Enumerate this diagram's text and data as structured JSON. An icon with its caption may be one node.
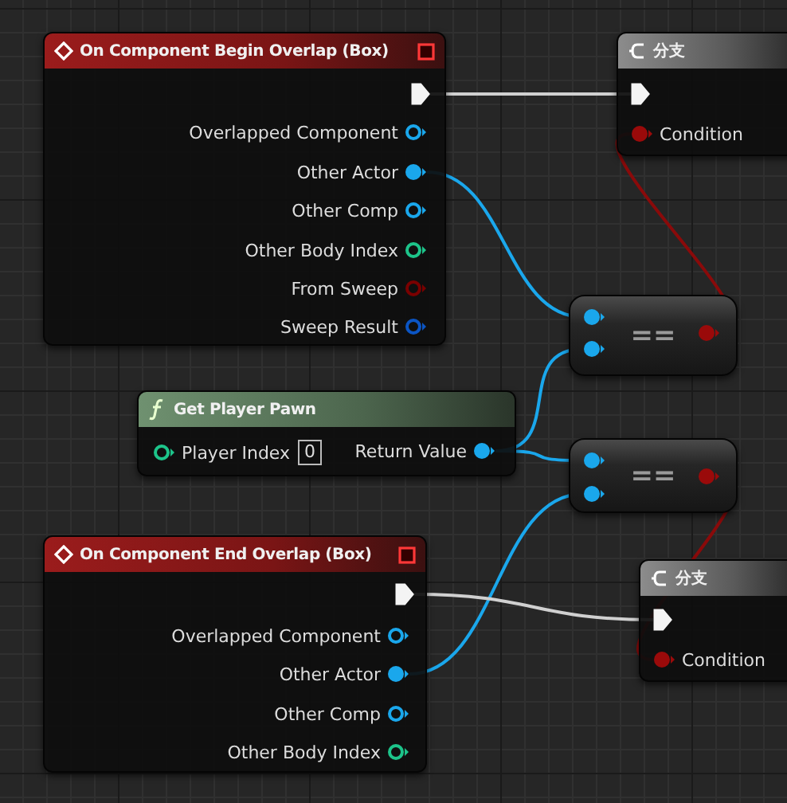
{
  "diagram": {
    "nodes": [
      {
        "text": [
          "On Component Begin Overlap (Box)"
        ]
      },
      {
        "text": [],
        "shape": "pentagon",
        "in": 0
      },
      {
        "text": [
          "Overlapped Component"
        ],
        "in": 0
      },
      {
        "text": [
          "Other Actor"
        ],
        "in": 0
      },
      {
        "text": [
          "Other Comp"
        ],
        "in": 0
      },
      {
        "text": [
          "Other Body Index"
        ],
        "in": 0
      },
      {
        "text": [
          "From Sweep"
        ],
        "in": 0
      },
      {
        "text": [
          "Sweep Result"
        ],
        "in": 0
      },
      {
        "text": [
          "分支"
        ]
      },
      {
        "text": [],
        "shape": "pentagon",
        "in": 8
      },
      {
        "text": [
          "Condition"
        ],
        "in": 8
      },
      {
        "text": [
          "=="
        ]
      },
      {
        "text": [],
        "shape": "circle",
        "in": 11
      },
      {
        "text": [],
        "shape": "circle",
        "in": 11
      },
      {
        "text": [],
        "shape": "circle",
        "in": 11
      },
      {
        "text": [
          "Get Player Pawn"
        ]
      },
      {
        "text": [
          "Player Index",
          "0"
        ],
        "in": 15
      },
      {
        "text": [
          "Return Value"
        ],
        "in": 15
      },
      {
        "text": [
          "=="
        ]
      },
      {
        "text": [],
        "shape": "circle",
        "in": 18
      },
      {
        "text": [],
        "shape": "circle",
        "in": 18
      },
      {
        "text": [],
        "shape": "circle",
        "in": 18
      },
      {
        "text": [
          "On Component End Overlap (Box)"
        ]
      },
      {
        "text": [],
        "shape": "pentagon",
        "in": 22
      },
      {
        "text": [
          "Overlapped Component"
        ],
        "in": 22
      },
      {
        "text": [
          "Other Actor"
        ],
        "in": 22
      },
      {
        "text": [
          "Other Comp"
        ],
        "in": 22
      },
      {
        "text": [
          "Other Body Index"
        ],
        "in": 22
      },
      {
        "text": [
          "分支"
        ]
      },
      {
        "text": [],
        "shape": "pentagon",
        "in": 28
      },
      {
        "text": [
          "Condition"
        ],
        "in": 28
      }
    ],
    "edges": [
      {
        "from": 1,
        "to": 9,
        "arrow": "none",
        "color": "#d0d0d0"
      },
      {
        "from": 3,
        "to": 12,
        "arrow": "none"
      },
      {
        "from": 14,
        "to": 10,
        "arrow": "none",
        "color": "#8a0a0a"
      },
      {
        "from": 17,
        "to": 13,
        "arrow": "none"
      },
      {
        "from": 17,
        "to": 19,
        "arrow": "none"
      },
      {
        "from": 25,
        "to": 20,
        "arrow": "none"
      },
      {
        "from": 21,
        "to": 30,
        "arrow": "none",
        "color": "#8a0a0a"
      },
      {
        "from": 23,
        "to": 29,
        "arrow": "none",
        "color": "#d0d0d0"
      }
    ]
  }
}
